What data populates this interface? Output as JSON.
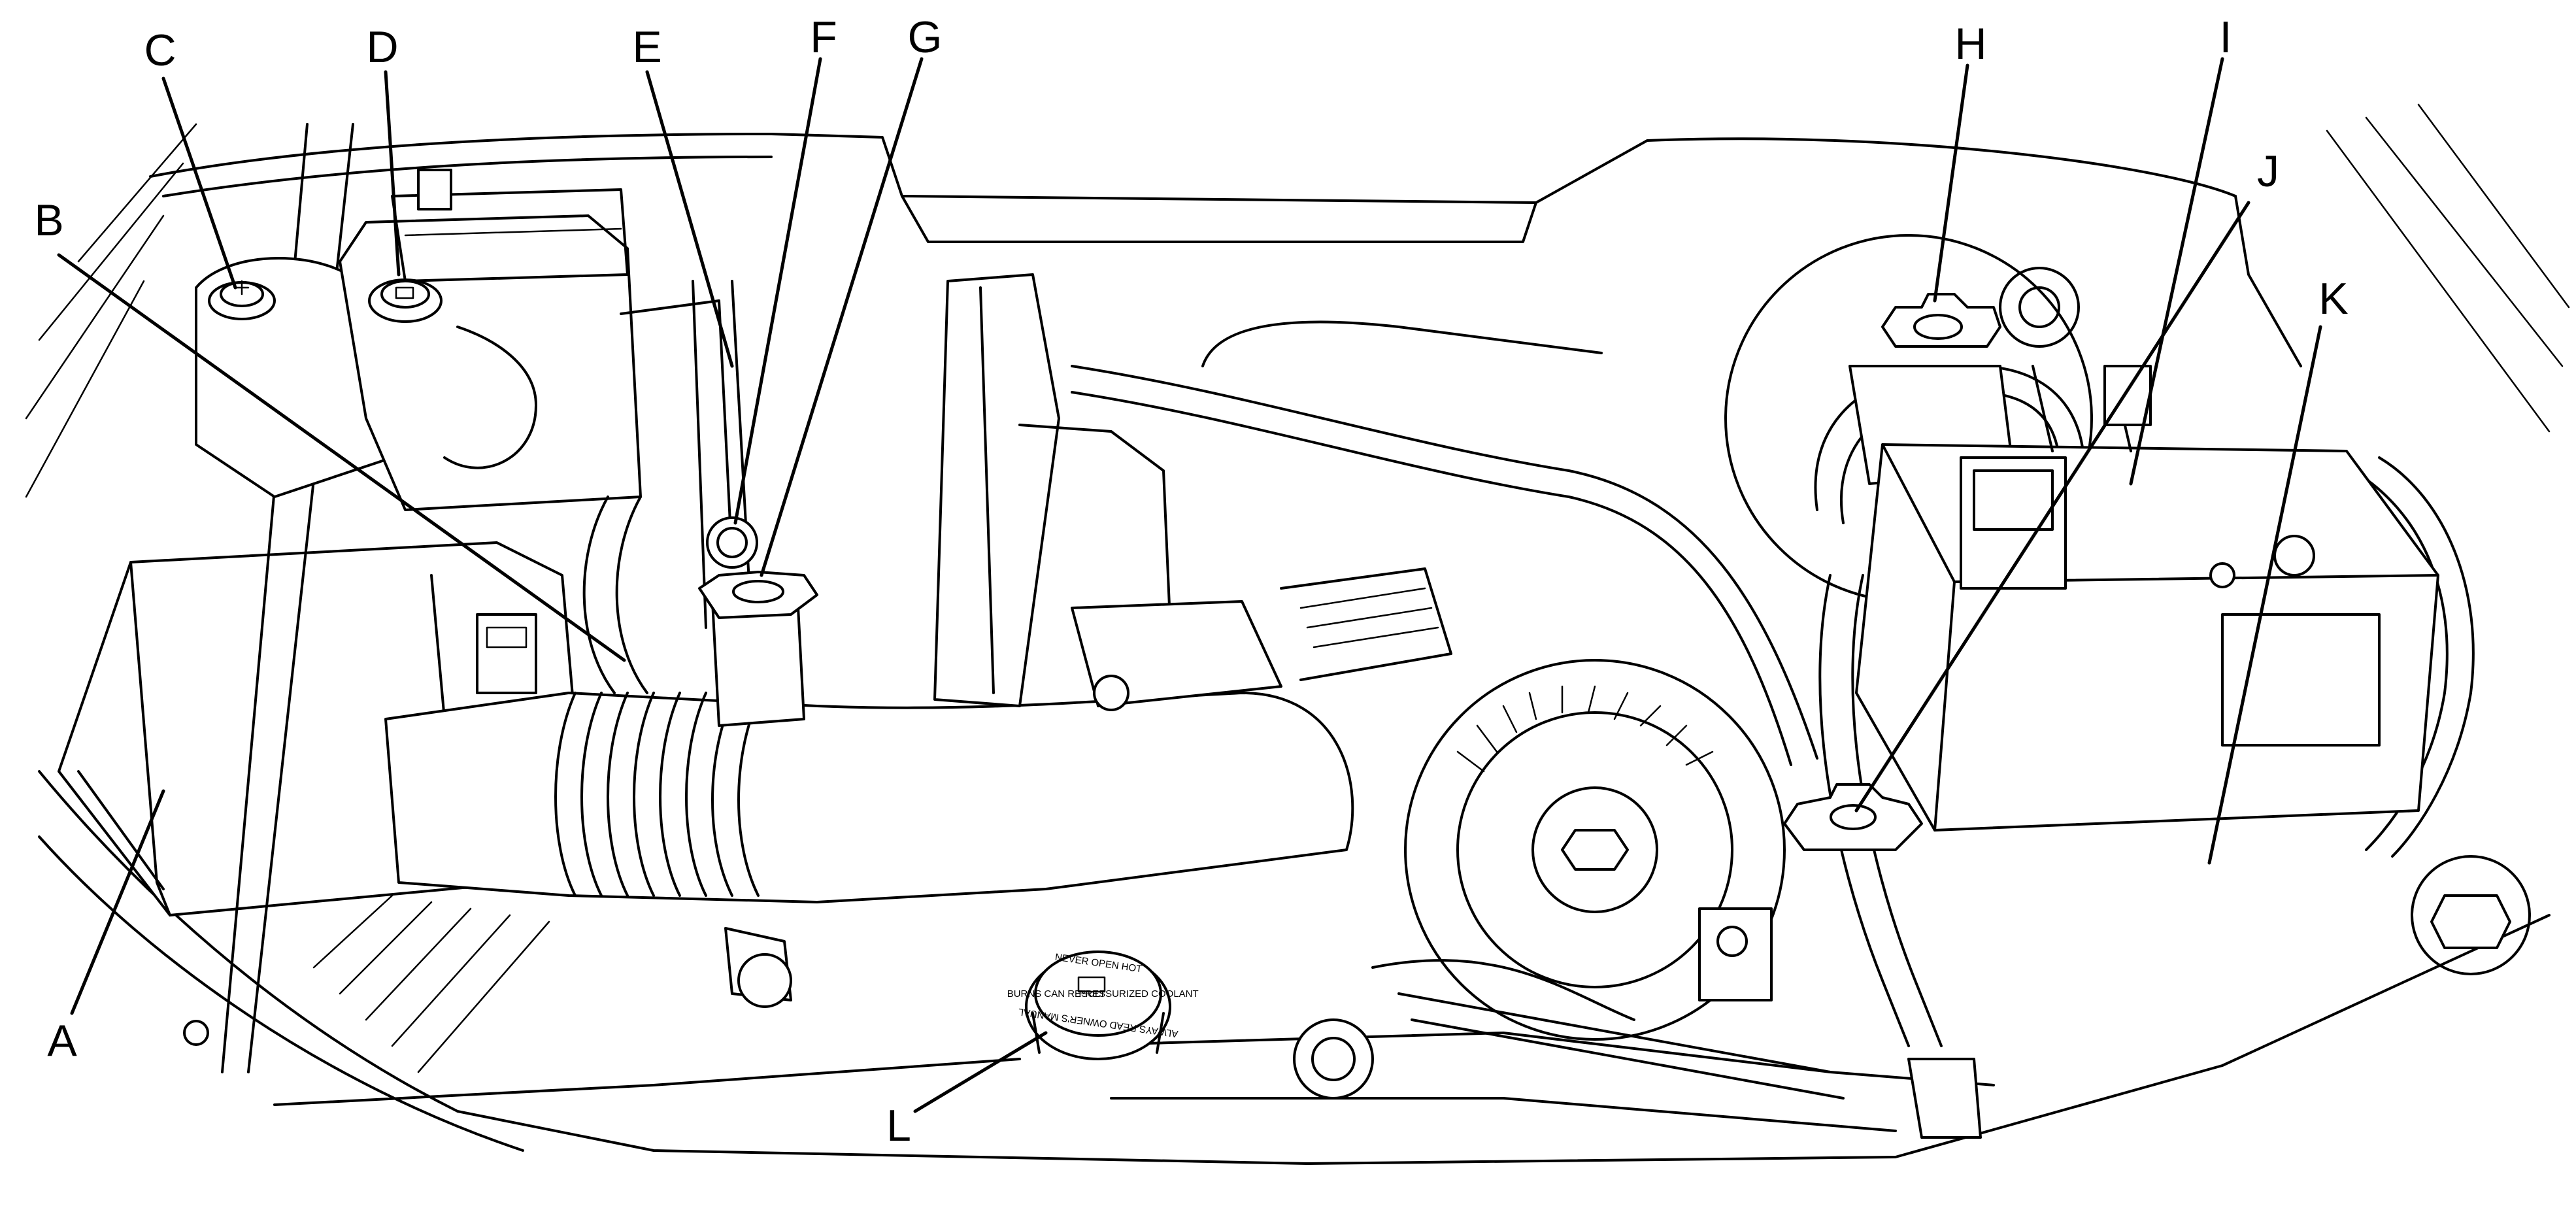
{
  "diagram": {
    "callouts": [
      {
        "id": "A",
        "label": "A"
      },
      {
        "id": "B",
        "label": "B"
      },
      {
        "id": "C",
        "label": "C"
      },
      {
        "id": "D",
        "label": "D"
      },
      {
        "id": "E",
        "label": "E"
      },
      {
        "id": "F",
        "label": "F"
      },
      {
        "id": "G",
        "label": "G"
      },
      {
        "id": "H",
        "label": "H"
      },
      {
        "id": "I",
        "label": "I"
      },
      {
        "id": "J",
        "label": "J"
      },
      {
        "id": "K",
        "label": "K"
      },
      {
        "id": "L",
        "label": "L"
      }
    ],
    "radiator_cap_text": {
      "top": "NEVER OPEN HOT",
      "bottom": "ALWAYS READ OWNER'S MANUAL",
      "left": "BURNS CAN RESULT",
      "right": "PRESSURIZED COOLANT"
    },
    "colors": {
      "line": "#000000",
      "background": "#ffffff"
    }
  }
}
